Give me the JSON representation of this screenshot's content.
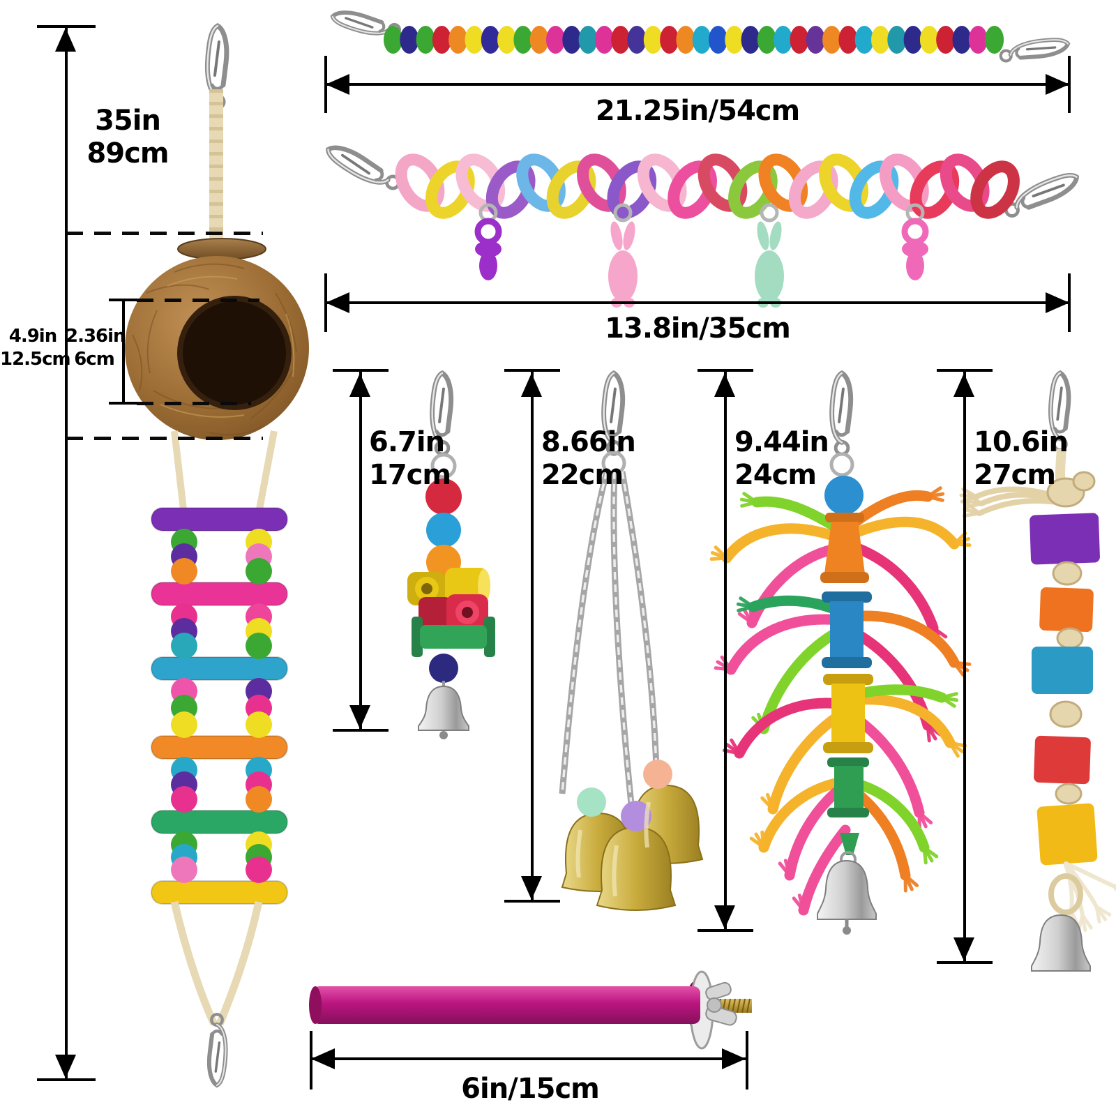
{
  "measurements": {
    "total_height": {
      "in": "35in",
      "cm": "89cm"
    },
    "bead_perch_length": "21.25in/54cm",
    "chain_toy_length": "13.8in/35cm",
    "nest_height": {
      "in": "4.9in",
      "cm": "12.5cm"
    },
    "nest_hole": {
      "in": "2.36in",
      "cm": "6cm"
    },
    "bead_bell_toy_height": {
      "in": "6.7in",
      "cm": "17cm"
    },
    "chain_bell_toy_height": {
      "in": "8.66in",
      "cm": "22cm"
    },
    "rope_toy_height": {
      "in": "9.44in",
      "cm": "24cm"
    },
    "block_toy_height": {
      "in": "10.6in",
      "cm": "27cm"
    },
    "perch_length": "6in/15cm"
  },
  "palette": {
    "annotation": "#000000",
    "rope_tan": "#e7d9b4",
    "rope_tan_dark": "#c9b583",
    "metal_gray": "#8e8e8e",
    "metal_light": "#e2e2e2"
  },
  "coconut_nest": {
    "shell": "#9a6b33",
    "shell_light": "#c09055",
    "hole": "#1f1006",
    "cap": "#8a6130"
  },
  "bead_bar": {
    "bead_colors": [
      "#3aa832",
      "#2e2a8c",
      "#3aa832",
      "#cc2233",
      "#ee8822",
      "#eedd22",
      "#332a99",
      "#eedd22",
      "#3aa832",
      "#ee8822",
      "#dd3399",
      "#2e2a8c",
      "#2299aa",
      "#dd3399",
      "#cc2233",
      "#443399",
      "#eedd22",
      "#cc2233",
      "#ee8822",
      "#22aacc",
      "#2255cc",
      "#eedd22",
      "#2e2a8c",
      "#3aa832",
      "#22aacc",
      "#cc2233",
      "#663399",
      "#ee8822",
      "#cc2233",
      "#22aacc",
      "#eedd22",
      "#2299aa",
      "#2e2a8c",
      "#eedd22",
      "#cc2233",
      "#2e2a8c",
      "#dd3399",
      "#3aa832"
    ]
  },
  "chain_toy": {
    "link_colors": [
      "#f4a6c6",
      "#ecd42a",
      "#f7bcd4",
      "#9a5bc8",
      "#6cb6e8",
      "#e8d22e",
      "#e0509a",
      "#8a58c8",
      "#f6b6d0",
      "#ec4f9e",
      "#d84a62",
      "#8cc83e",
      "#f08224",
      "#f4a8ca",
      "#ecd42a",
      "#52b8e8",
      "#f49cc4",
      "#e83a5a",
      "#e84a8a",
      "#cc3344"
    ],
    "charms": [
      {
        "type": "pacifier",
        "color": "#9c2fc9"
      },
      {
        "type": "bunny",
        "color": "#f6a6cb"
      },
      {
        "type": "bunny",
        "color": "#a3dcc0"
      },
      {
        "type": "pacifier",
        "color": "#f068b8"
      }
    ]
  },
  "ladder": {
    "rung_colors": [
      "#7a2fb5",
      "#ea3397",
      "#2ea3cc",
      "#f18a26",
      "#2aa764",
      "#f2c614"
    ],
    "left_beads": [
      [
        "#3aa832",
        "#5c2d9e",
        "#f08824"
      ],
      [
        "#e8318e",
        "#5c2d9e",
        "#28a8b8"
      ],
      [
        "#ee55aa",
        "#3aa832",
        "#eedd22"
      ],
      [
        "#28a8c8",
        "#5c2d9e",
        "#e8318e"
      ],
      [
        "#3aa832",
        "#28a8c8",
        "#ee77bb"
      ]
    ],
    "right_beads": [
      [
        "#eedd22",
        "#ee77bb",
        "#3aa832"
      ],
      [
        "#ee4499",
        "#eedd22",
        "#3aa832"
      ],
      [
        "#5c2d9e",
        "#e8318e",
        "#eedd22"
      ],
      [
        "#28a8c8",
        "#e8318e",
        "#f08824"
      ],
      [
        "#eedd22",
        "#3aa832",
        "#e8318e"
      ]
    ]
  },
  "bead_bell_toy": {
    "beads": [
      "#d5293f",
      "#2b9fd8",
      "#f29422"
    ],
    "spool_yellow": "#e9c715",
    "spool_red": "#d92c4a",
    "spool_green": "#31a457",
    "bottom_bead": "#2b2a7e"
  },
  "chain_bell_toy": {
    "bead_colors": [
      "#a5e3c4",
      "#b48ede",
      "#f5b394"
    ],
    "bell_gold": "#c9ac3e"
  },
  "rope_toy": {
    "top_bead": "#2b8fd0",
    "spools": [
      "#ef8322",
      "#2b86c4",
      "#eec215",
      "#2f9e52"
    ],
    "ropes": [
      "#f5b32b",
      "#ee7f23",
      "#e73377",
      "#f04f9a",
      "#7fd32a",
      "#2aa35c"
    ]
  },
  "block_toy": {
    "cubes": [
      "#7a2fb5",
      "#ef7221",
      "#2b9ac4",
      "#df3a3a",
      "#f2ba16"
    ]
  },
  "perch": {
    "rod": "#bb1580",
    "bolt_brass": "#b9912e"
  }
}
